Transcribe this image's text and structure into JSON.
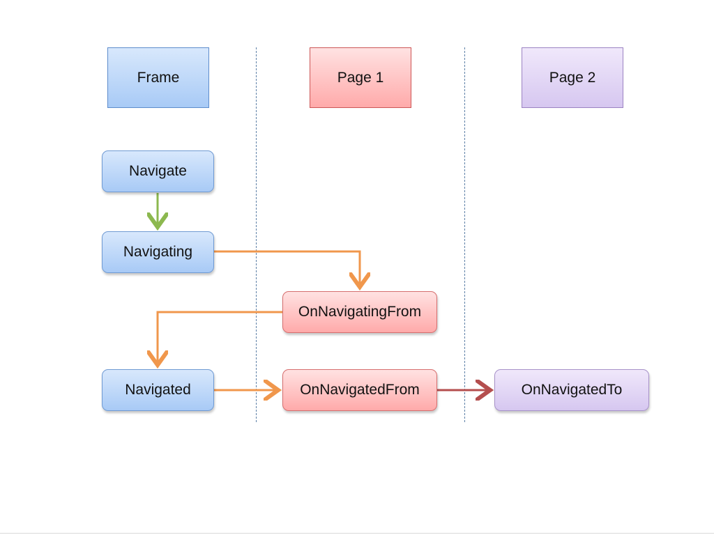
{
  "columns": [
    {
      "label": "Frame"
    },
    {
      "label": "Page 1"
    },
    {
      "label": "Page 2"
    }
  ],
  "events": {
    "navigate": "Navigate",
    "navigating": "Navigating",
    "on_navigating_from": "OnNavigatingFrom",
    "navigated": "Navigated",
    "on_navigated_from": "OnNavigatedFrom",
    "on_navigated_to": "OnNavigatedTo"
  },
  "colors": {
    "frame_column": "#a8caf6",
    "page1_column": "#ffaaaa",
    "page2_column": "#d6c7f0",
    "internal_flow_arrow": "#8cb84f",
    "cross_flow_arrow": "#f0974c",
    "page_transition_arrow": "#b44e4e"
  }
}
